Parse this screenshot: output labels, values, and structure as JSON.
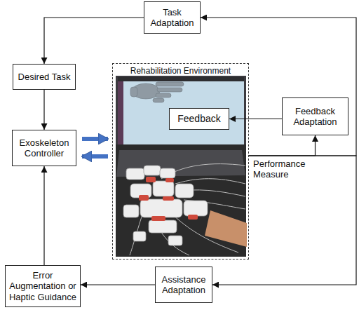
{
  "diagram": {
    "nodes": [
      {
        "text": [
          "Task Adaptation"
        ]
      },
      {
        "text": [
          "Desired Task"
        ]
      },
      {
        "text": [
          "Rehabilitation Environment"
        ]
      },
      {
        "text": [
          "Feedback"
        ],
        "in": 2
      },
      {
        "text": [
          "Feedback Adaptation"
        ]
      },
      {
        "text": [
          "Exoskeleton Controller"
        ]
      },
      {
        "text": [
          "Error Augmentation or Haptic Guidance"
        ]
      },
      {
        "text": [
          "Assistance Adaptation"
        ]
      }
    ],
    "edges": [
      {
        "from": 0,
        "to": 1,
        "arrow": "to"
      },
      {
        "from": 1,
        "to": 5,
        "arrow": "to"
      },
      {
        "from": 2,
        "to": 0,
        "arrow": "to"
      },
      {
        "from": 2,
        "to": 4,
        "arrow": "to",
        "label": "Performance Measure"
      },
      {
        "from": 2,
        "to": 7,
        "arrow": "to"
      },
      {
        "from": 4,
        "to": 3,
        "arrow": "to"
      },
      {
        "from": 7,
        "to": 6,
        "arrow": "to"
      },
      {
        "from": 6,
        "to": 5,
        "arrow": "to"
      },
      {
        "from": 5,
        "to": 2,
        "arrow": "to"
      },
      {
        "from": 2,
        "to": 5,
        "arrow": "to"
      }
    ]
  }
}
